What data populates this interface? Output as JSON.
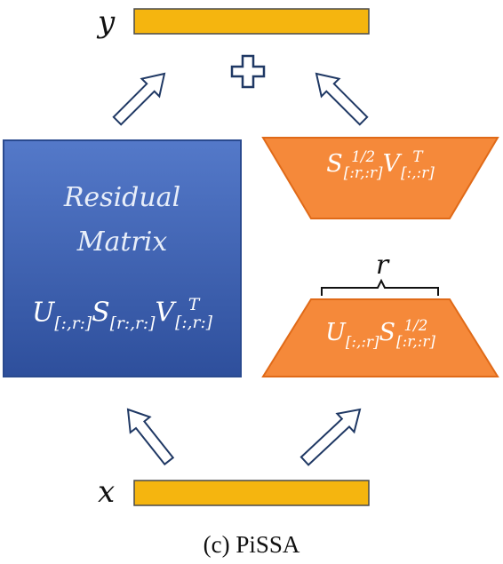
{
  "labels": {
    "output": "y",
    "input": "x",
    "rank": "r",
    "residual_line1": "Residual",
    "residual_line2": "Matrix",
    "caption": "(c) PiSSA"
  },
  "formulas": {
    "residual": {
      "U": "U",
      "U_sub": "[:,r:]",
      "S": "S",
      "S_sub": "[r:,r:]",
      "V": "V",
      "V_sup": "T",
      "V_sub": "[:,r:]"
    },
    "adapter_a": {
      "S": "S",
      "S_sup": "1/2",
      "S_sub": "[:r,:r]",
      "V": "V",
      "V_sup": "T",
      "V_sub": "[:,:r]"
    },
    "adapter_b": {
      "U": "U",
      "U_sub": "[:,:r]",
      "S": "S",
      "S_sup": "1/2",
      "S_sub": "[:r,:r]"
    }
  },
  "colors": {
    "bar_fill": "#f5b50f",
    "bar_stroke": "#4a4a4a",
    "residual_fill_top": "#5479c9",
    "residual_fill_bottom": "#2e4f9c",
    "residual_stroke": "#2a4a8f",
    "adapter_fill": "#f5893a",
    "adapter_stroke": "#e06a18",
    "arrow_stroke": "#1f3864",
    "plus_stroke": "#1f3864"
  },
  "icons": {
    "plus": "plus-icon",
    "arrow": "hollow-arrow"
  }
}
